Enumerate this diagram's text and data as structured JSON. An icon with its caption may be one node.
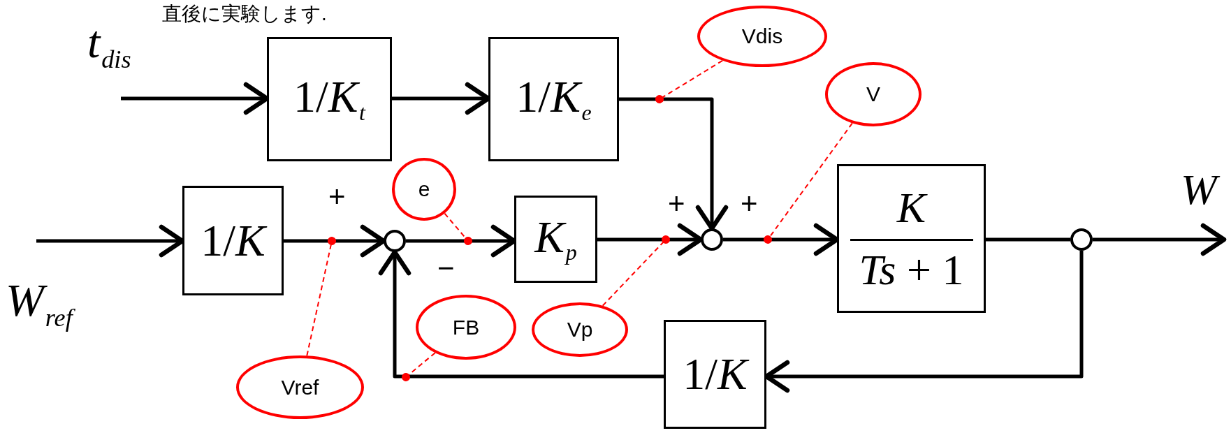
{
  "diagram": {
    "nodes": [
      {
        "text": [
          "1/*K*$_{t}$"
        ]
      },
      {
        "text": [
          "1/*K*$_{e}$"
        ]
      },
      {
        "text": [
          "1/*K*"
        ]
      },
      {
        "text": [],
        "shape": "circle"
      },
      {
        "text": [
          "K$_{p}$"
        ]
      },
      {
        "text": [],
        "shape": "circle"
      },
      {
        "text": [
          "K",
          "*Ts* + 1"
        ]
      },
      {
        "text": [],
        "shape": "circle"
      },
      {
        "text": [
          "1/*K*"
        ]
      },
      {
        "text": [
          "Vdis"
        ]
      },
      {
        "text": [
          "V"
        ]
      },
      {
        "text": [
          "e"
        ]
      },
      {
        "text": [
          "Vref"
        ]
      },
      {
        "text": [
          "FB"
        ]
      },
      {
        "text": [
          "Vp"
        ]
      }
    ],
    "edges": [
      {
        "from": null,
        "to": 0,
        "arrow": "to"
      },
      {
        "from": 0,
        "to": 1,
        "arrow": "to"
      },
      {
        "from": 1,
        "to": 5,
        "arrow": "to"
      },
      {
        "from": null,
        "to": 2,
        "arrow": "to"
      },
      {
        "from": 2,
        "to": 3,
        "arrow": "to"
      },
      {
        "from": 3,
        "to": 4,
        "arrow": "to"
      },
      {
        "from": 4,
        "to": 5,
        "arrow": "to"
      },
      {
        "from": 5,
        "to": 6,
        "arrow": "to"
      },
      {
        "from": 6,
        "to": 7,
        "arrow": "none"
      },
      {
        "from": 7,
        "to": null,
        "arrow": "to"
      },
      {
        "from": 7,
        "to": 8,
        "arrow": "to"
      },
      {
        "from": 8,
        "to": 3,
        "arrow": "to"
      },
      {
        "from": 9,
        "to": null,
        "arrow": "other",
        "style": "dashed",
        "color": "#ff0000"
      },
      {
        "from": 10,
        "to": null,
        "arrow": "other",
        "style": "dashed",
        "color": "#ff0000"
      },
      {
        "from": 11,
        "to": null,
        "arrow": "other",
        "style": "dashed",
        "color": "#ff0000"
      },
      {
        "from": 12,
        "to": null,
        "arrow": "other",
        "style": "dashed",
        "color": "#ff0000"
      },
      {
        "from": 13,
        "to": null,
        "arrow": "other",
        "style": "dashed",
        "color": "#ff0000"
      },
      {
        "from": 14,
        "to": null,
        "arrow": "other",
        "style": "dashed",
        "color": "#ff0000"
      }
    ],
    "labels": [
      "直後に実験します.",
      "t$_{dis}$",
      "W$_{ref}$",
      "+",
      "−",
      "+",
      "+",
      "W"
    ]
  }
}
